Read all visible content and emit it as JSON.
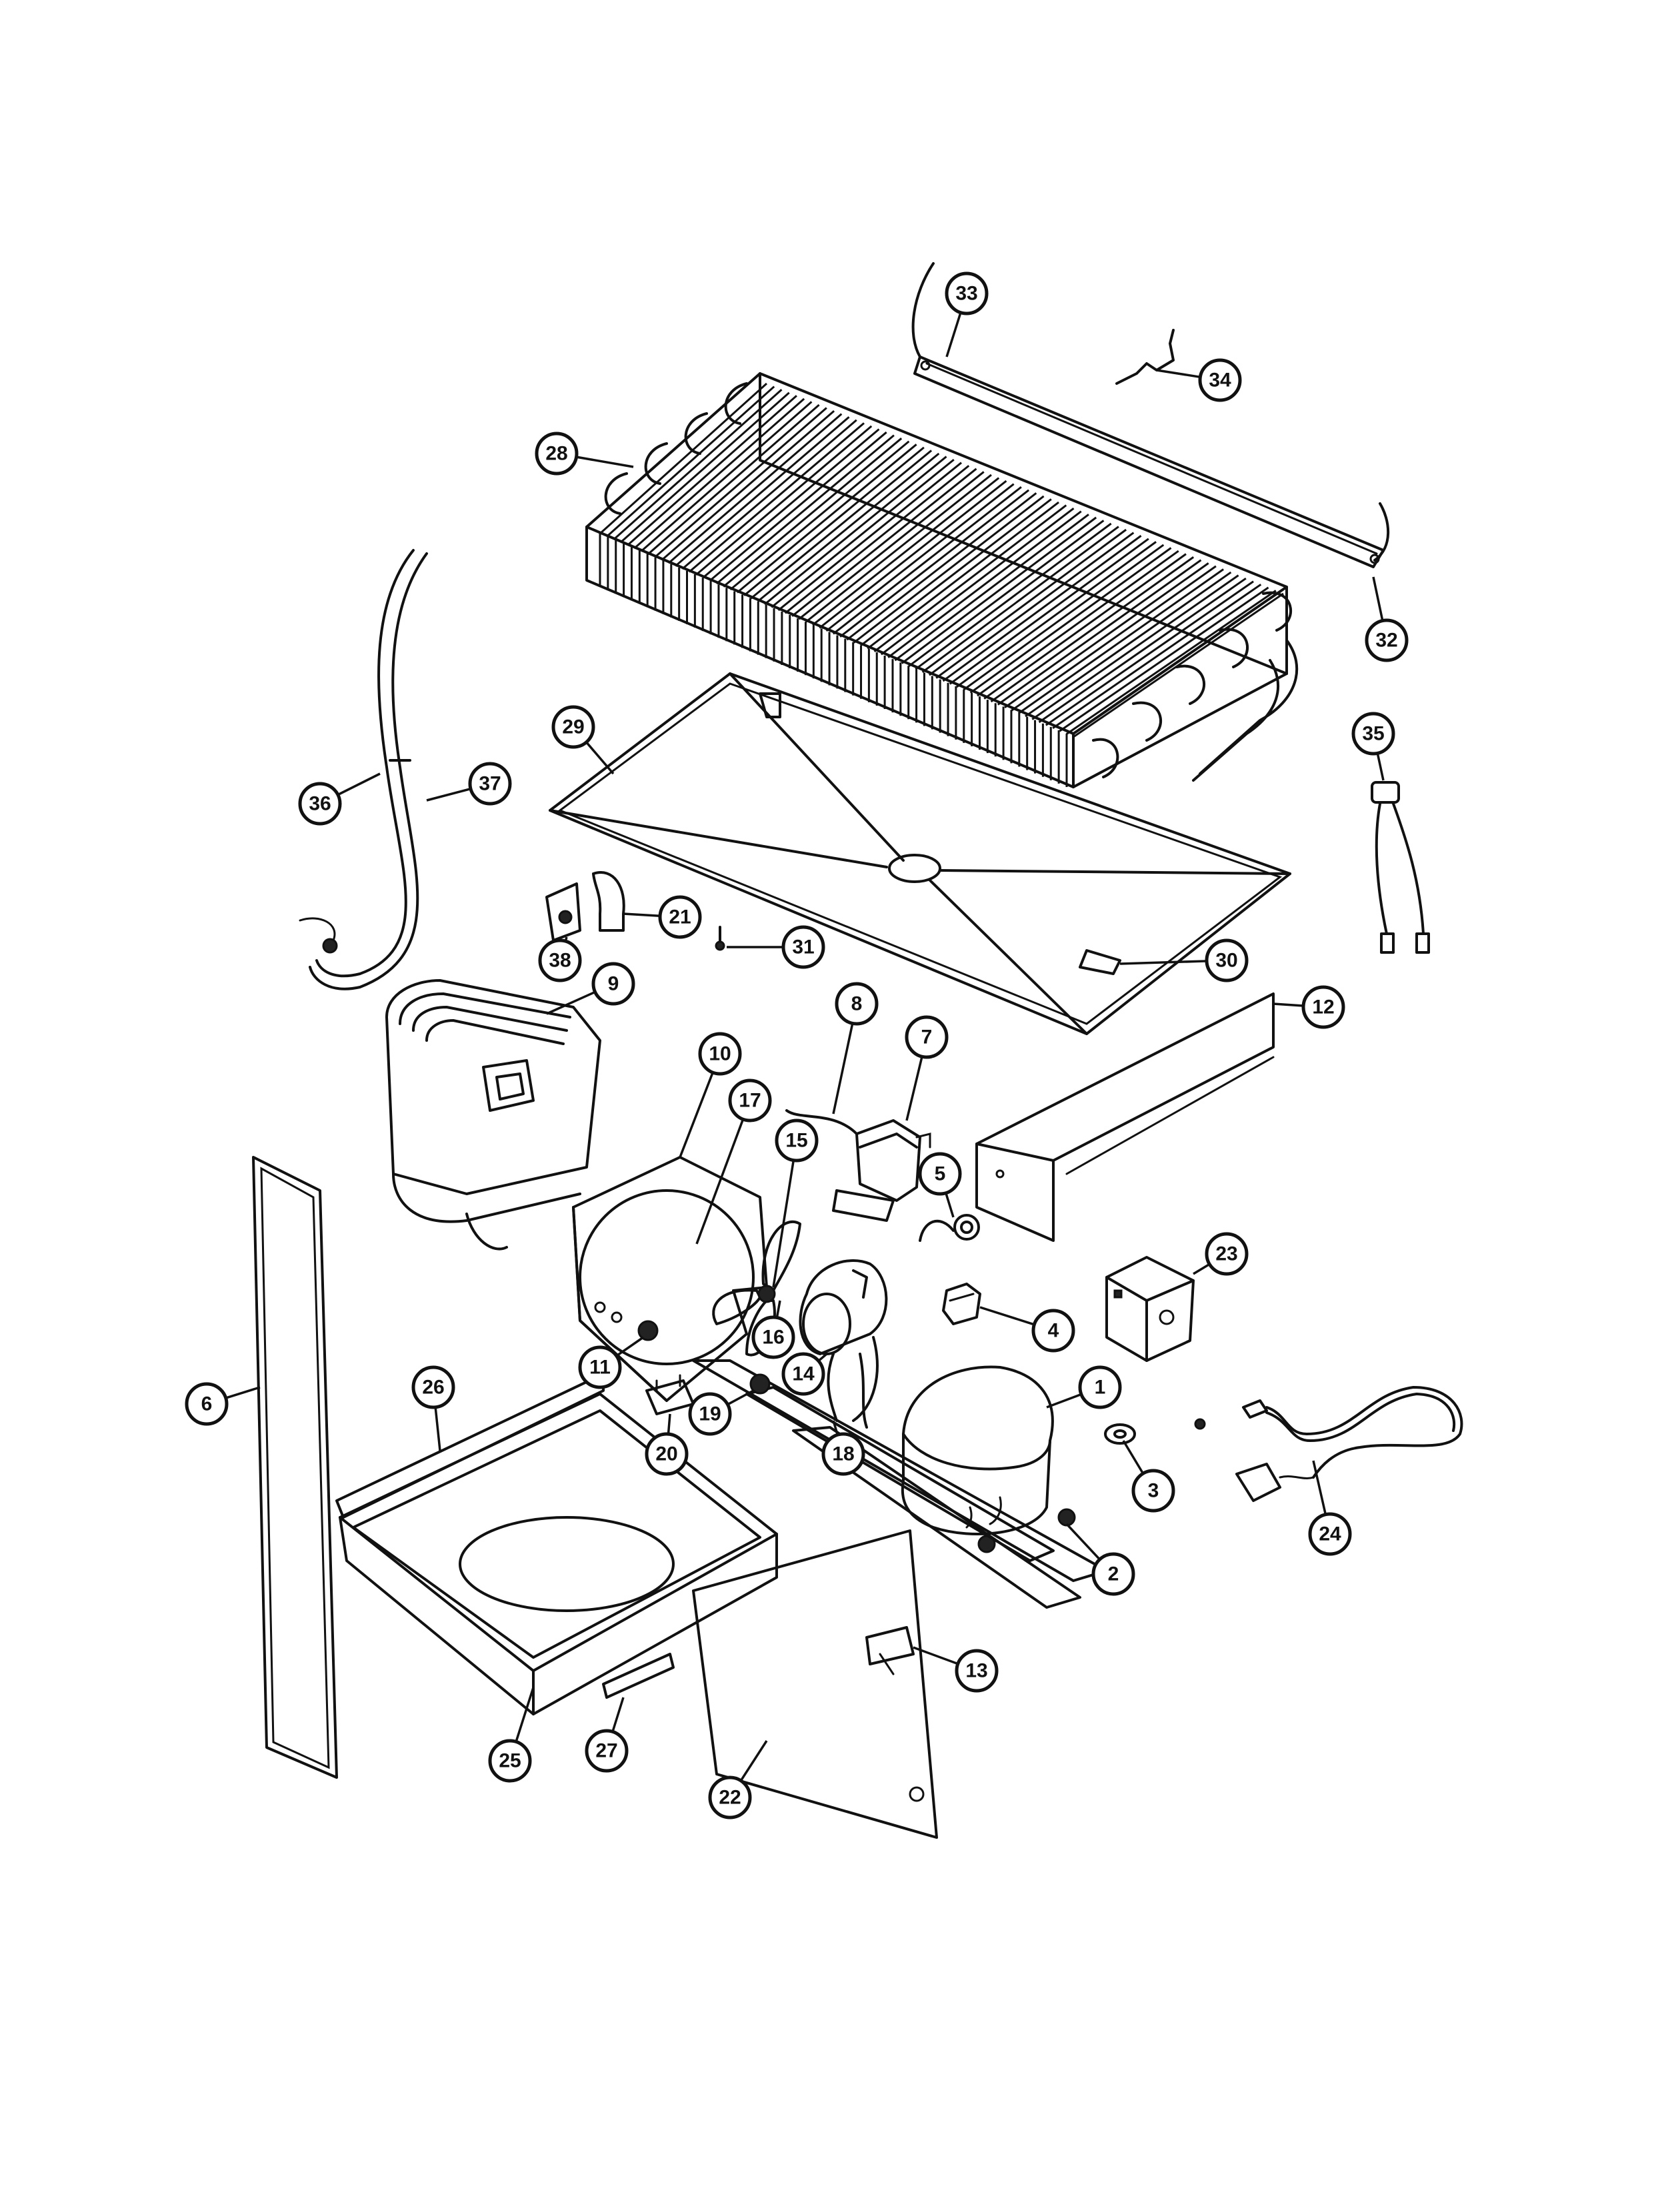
{
  "diagram": {
    "callouts": [
      {
        "id": "c1",
        "label": "1"
      },
      {
        "id": "c2",
        "label": "2"
      },
      {
        "id": "c3",
        "label": "3"
      },
      {
        "id": "c4",
        "label": "4"
      },
      {
        "id": "c5",
        "label": "5"
      },
      {
        "id": "c6",
        "label": "6"
      },
      {
        "id": "c7",
        "label": "7"
      },
      {
        "id": "c8",
        "label": "8"
      },
      {
        "id": "c9",
        "label": "9"
      },
      {
        "id": "c10",
        "label": "10"
      },
      {
        "id": "c11",
        "label": "11"
      },
      {
        "id": "c12",
        "label": "12"
      },
      {
        "id": "c13",
        "label": "13"
      },
      {
        "id": "c14",
        "label": "14"
      },
      {
        "id": "c15",
        "label": "15"
      },
      {
        "id": "c16",
        "label": "16"
      },
      {
        "id": "c17",
        "label": "17"
      },
      {
        "id": "c18",
        "label": "18"
      },
      {
        "id": "c19",
        "label": "19"
      },
      {
        "id": "c20",
        "label": "20"
      },
      {
        "id": "c21",
        "label": "21"
      },
      {
        "id": "c22",
        "label": "22"
      },
      {
        "id": "c23",
        "label": "23"
      },
      {
        "id": "c24",
        "label": "24"
      },
      {
        "id": "c25",
        "label": "25"
      },
      {
        "id": "c26",
        "label": "26"
      },
      {
        "id": "c27",
        "label": "27"
      },
      {
        "id": "c28",
        "label": "28"
      },
      {
        "id": "c29",
        "label": "29"
      },
      {
        "id": "c30",
        "label": "30"
      },
      {
        "id": "c31",
        "label": "31"
      },
      {
        "id": "c32",
        "label": "32"
      },
      {
        "id": "c33",
        "label": "33"
      },
      {
        "id": "c34",
        "label": "34"
      },
      {
        "id": "c35",
        "label": "35"
      },
      {
        "id": "c36",
        "label": "36"
      },
      {
        "id": "c37",
        "label": "37"
      },
      {
        "id": "c38",
        "label": "38"
      }
    ]
  }
}
